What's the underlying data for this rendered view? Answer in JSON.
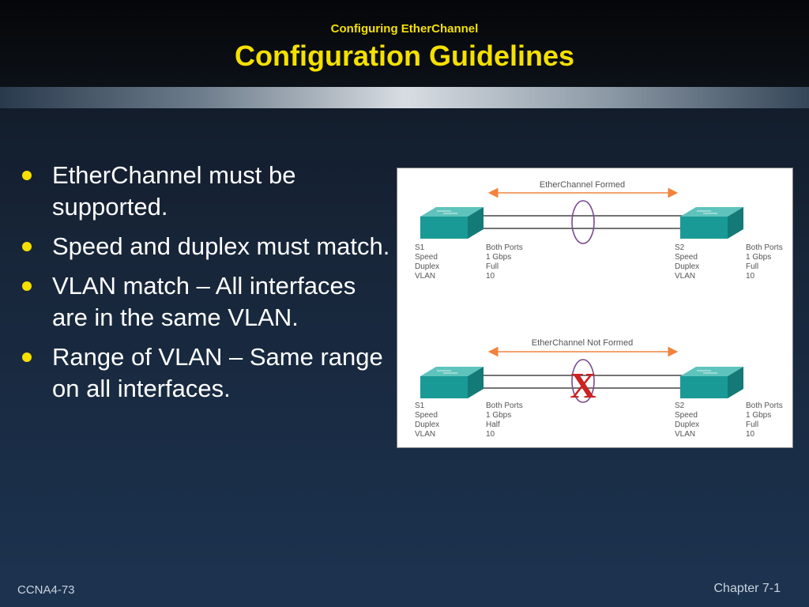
{
  "header": {
    "subtitle": "Configuring EtherChannel",
    "title": "Configuration Guidelines"
  },
  "bullets": [
    {
      "text": "EtherChannel must be supported."
    },
    {
      "text": "Speed and duplex must match."
    },
    {
      "text": "VLAN match – All interfaces are in the same VLAN."
    },
    {
      "text": "Range of VLAN  – Same range on all interfaces."
    }
  ],
  "figure": {
    "top": {
      "caption": "EtherChannel Formed",
      "left": {
        "labels": [
          "S1",
          "Speed",
          "Duplex",
          "VLAN"
        ],
        "values": [
          "Both Ports",
          "1 Gbps",
          "Full",
          "10"
        ]
      },
      "right": {
        "labels": [
          "S2",
          "Speed",
          "Duplex",
          "VLAN"
        ],
        "values": [
          "Both Ports",
          "1 Gbps",
          "Full",
          "10"
        ]
      }
    },
    "bottom": {
      "caption": "EtherChannel Not Formed",
      "mark": "X",
      "left": {
        "labels": [
          "S1",
          "Speed",
          "Duplex",
          "VLAN"
        ],
        "values": [
          "Both Ports",
          "1 Gbps",
          "Half",
          "10"
        ]
      },
      "right": {
        "labels": [
          "S2",
          "Speed",
          "Duplex",
          "VLAN"
        ],
        "values": [
          "Both Ports",
          "1 Gbps",
          "Full",
          "10"
        ]
      }
    },
    "colors": {
      "switch": "#1a9a96",
      "arrow": "#f0843c",
      "ellipse": "#7a4a8f",
      "x_mark": "#cc2222"
    }
  },
  "footer": {
    "left": "CCNA4-73",
    "right": "Chapter 7-1"
  }
}
